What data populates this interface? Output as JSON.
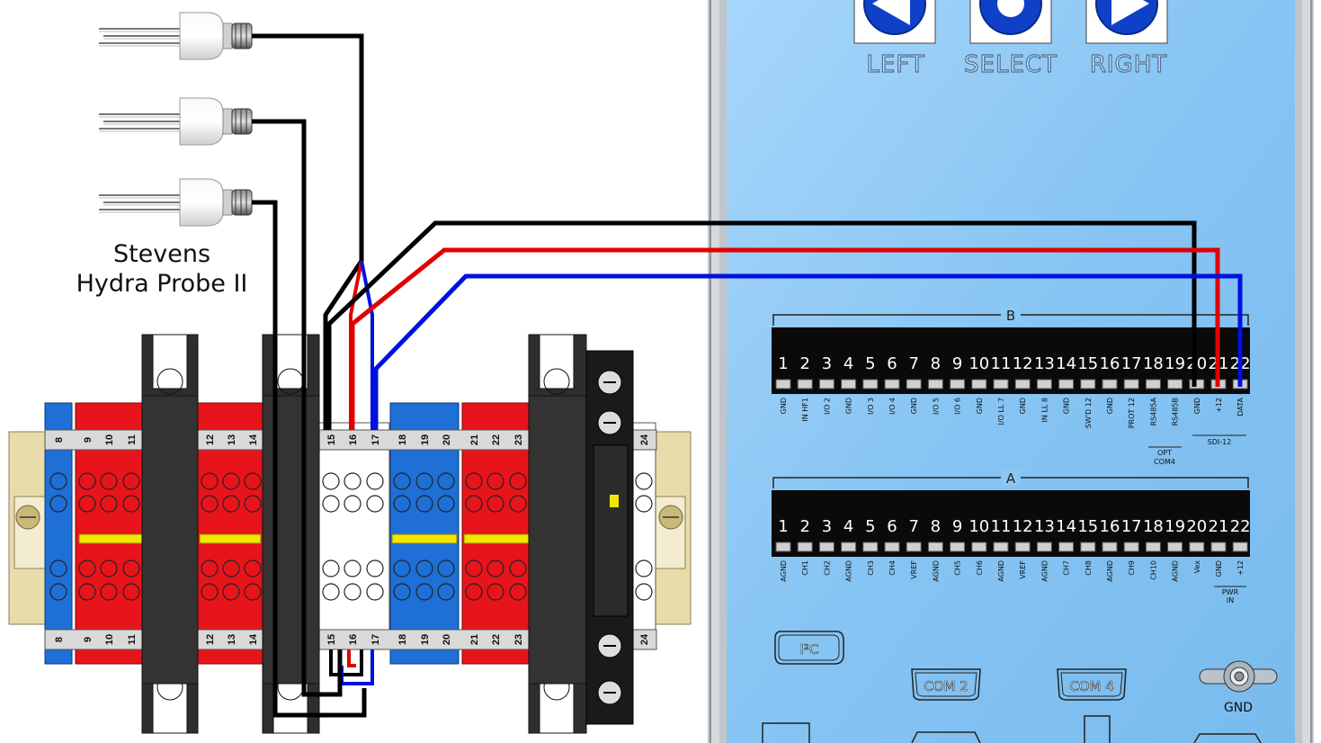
{
  "probe": {
    "caption_line1": "Stevens",
    "caption_line2": "Hydra Probe II",
    "count": 3
  },
  "logger": {
    "buttons": [
      "LEFT",
      "SELECT",
      "RIGHT"
    ],
    "block_b": {
      "label": "B",
      "terminals": [
        "1",
        "2",
        "3",
        "4",
        "5",
        "6",
        "7",
        "8",
        "9",
        "10",
        "11",
        "12",
        "13",
        "14",
        "15",
        "16",
        "17",
        "18",
        "19",
        "20",
        "21",
        "22"
      ],
      "labels": [
        "GND",
        "IN HF1",
        "I/O 2",
        "GND",
        "I/O 3",
        "I/O 4",
        "GND",
        "I/O 5",
        "I/O 6",
        "GND",
        "I/O LL 7",
        "GND",
        "IN LL 8",
        "GND",
        "SW'D 12",
        "GND",
        "PROT 12",
        "RS485A",
        "RS485B",
        "GND",
        "+12",
        "DATA"
      ],
      "group_opt_line1": "OPT",
      "group_opt_line2": "COM4",
      "group_sdi": "SDI-12"
    },
    "block_a": {
      "label": "A",
      "terminals": [
        "1",
        "2",
        "3",
        "4",
        "5",
        "6",
        "7",
        "8",
        "9",
        "10",
        "11",
        "12",
        "13",
        "14",
        "15",
        "16",
        "17",
        "18",
        "19",
        "20",
        "21",
        "22"
      ],
      "labels": [
        "AGND",
        "CH1",
        "CH2",
        "AGND",
        "CH3",
        "CH4",
        "VREF",
        "AGND",
        "CH5",
        "CH6",
        "AGND",
        "VREF",
        "AGND",
        "CH7",
        "CH8",
        "AGND",
        "CH9",
        "CH10",
        "AGND",
        "Vex",
        "GND",
        "+12"
      ],
      "group_pwr_line1": "PWR",
      "group_pwr_line2": "IN"
    },
    "ports": {
      "i2c": "I²C",
      "com2": "COM 2",
      "com4": "COM 4",
      "gnd": "GND"
    }
  },
  "din_rail": {
    "terminal_numbers": [
      "8",
      "9",
      "10",
      "11",
      "12",
      "13",
      "14",
      "15",
      "16",
      "17",
      "18",
      "19",
      "20",
      "21",
      "22",
      "23",
      "24"
    ]
  },
  "colors": {
    "panel": "#8cc8f5",
    "panel_edge": "#d0d4d8",
    "terminal_black": "#0a0a0a",
    "wire_black": "#000000",
    "wire_red": "#e00000",
    "wire_blue": "#0010e0",
    "din_red": "#e8141b",
    "din_blue": "#1e6fd6",
    "din_white": "#ffffff",
    "rail_tan": "#e9dcab"
  },
  "icons": {
    "left_button": "triangle-left-icon",
    "select_button": "circle-icon",
    "right_button": "triangle-right-icon",
    "gnd_lug": "wing-nut-icon"
  }
}
